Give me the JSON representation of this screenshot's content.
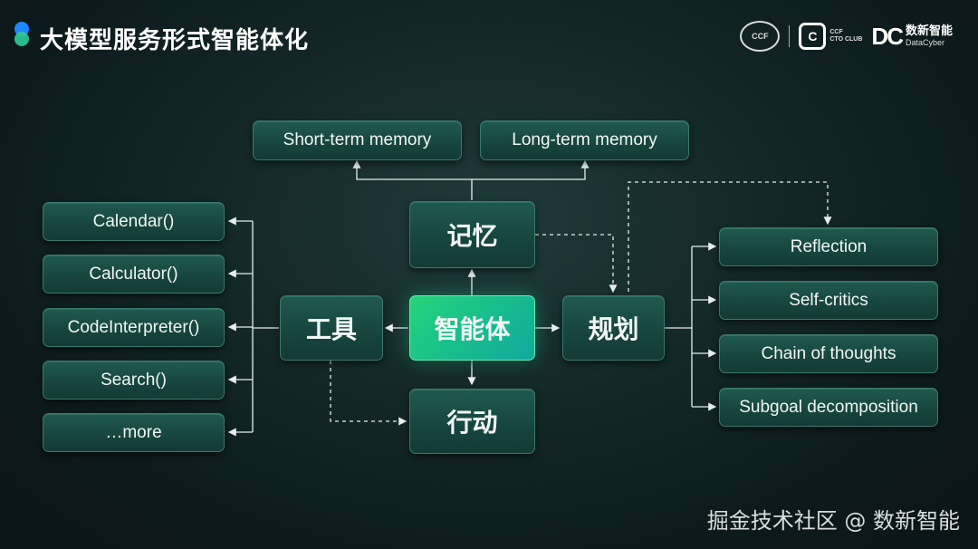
{
  "header": {
    "title": "大模型服务形式智能体化",
    "logos": {
      "ccf_seal": "CCF",
      "cto_mark": "C",
      "cto_text_1": "CCF",
      "cto_text_2": "CTO CLUB",
      "dc_mark": "DC",
      "dc_name_cn": "数新智能",
      "dc_name_en": "DataCyber"
    }
  },
  "diagram": {
    "center": "智能体",
    "memory": "记忆",
    "tools": "工具",
    "planning": "规划",
    "action": "行动",
    "memory_items": [
      "Short-term memory",
      "Long-term memory"
    ],
    "tool_items": [
      "Calendar()",
      "Calculator()",
      "CodeInterpreter()",
      "Search()",
      "…more"
    ],
    "planning_items": [
      "Reflection",
      "Self-critics",
      "Chain of thoughts",
      "Subgoal decomposition"
    ]
  },
  "colors": {
    "accent": "#1fd08a",
    "box": "#184640",
    "line": "#e6eeee"
  },
  "watermark": "掘金技术社区 @ 数新智能"
}
